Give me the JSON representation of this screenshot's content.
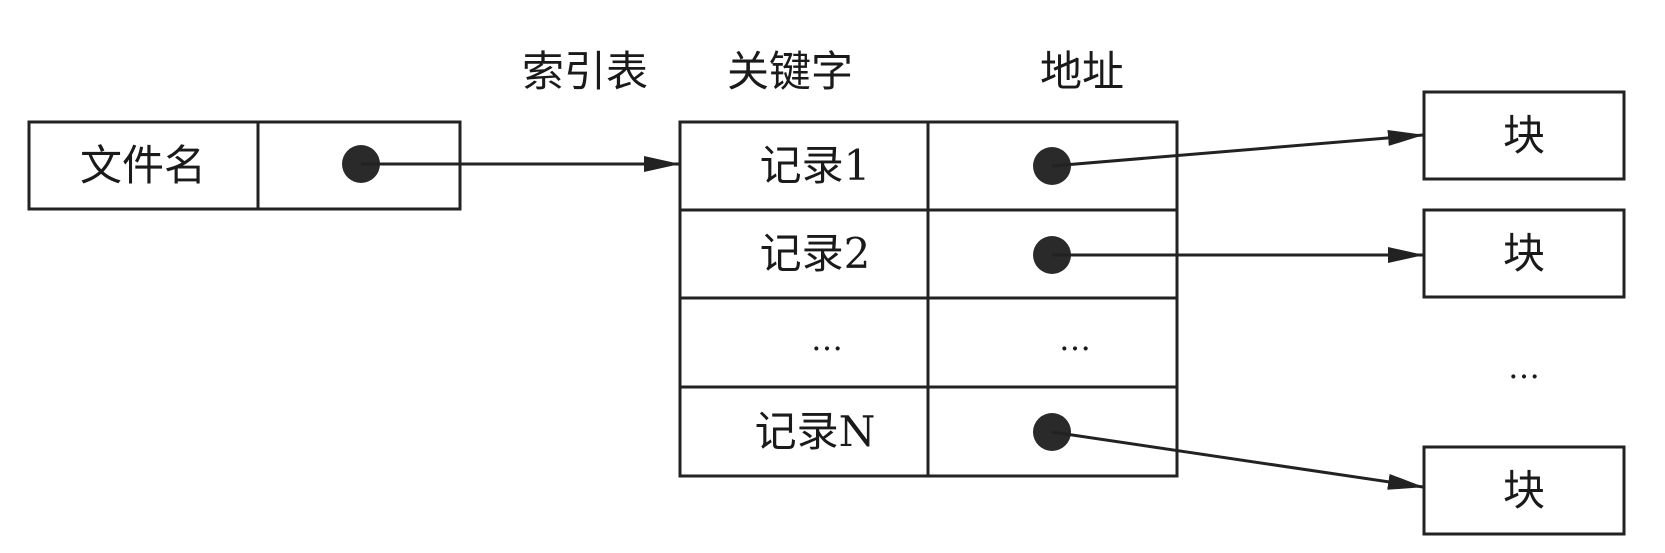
{
  "headers": {
    "index_table": "索引表",
    "keyword": "关键字",
    "address": "地址"
  },
  "file_entry": {
    "name": "文件名"
  },
  "index_rows": [
    {
      "keyword": "记录1",
      "address": "",
      "points_to_block": true
    },
    {
      "keyword": "记录2",
      "address": "",
      "points_to_block": true
    },
    {
      "keyword": "…",
      "address": "…",
      "points_to_block": false
    },
    {
      "keyword": "记录N",
      "address": "",
      "points_to_block": true
    }
  ],
  "blocks": [
    {
      "label": "块"
    },
    {
      "label": "块"
    },
    {
      "label": "…"
    },
    {
      "label": "块"
    }
  ]
}
